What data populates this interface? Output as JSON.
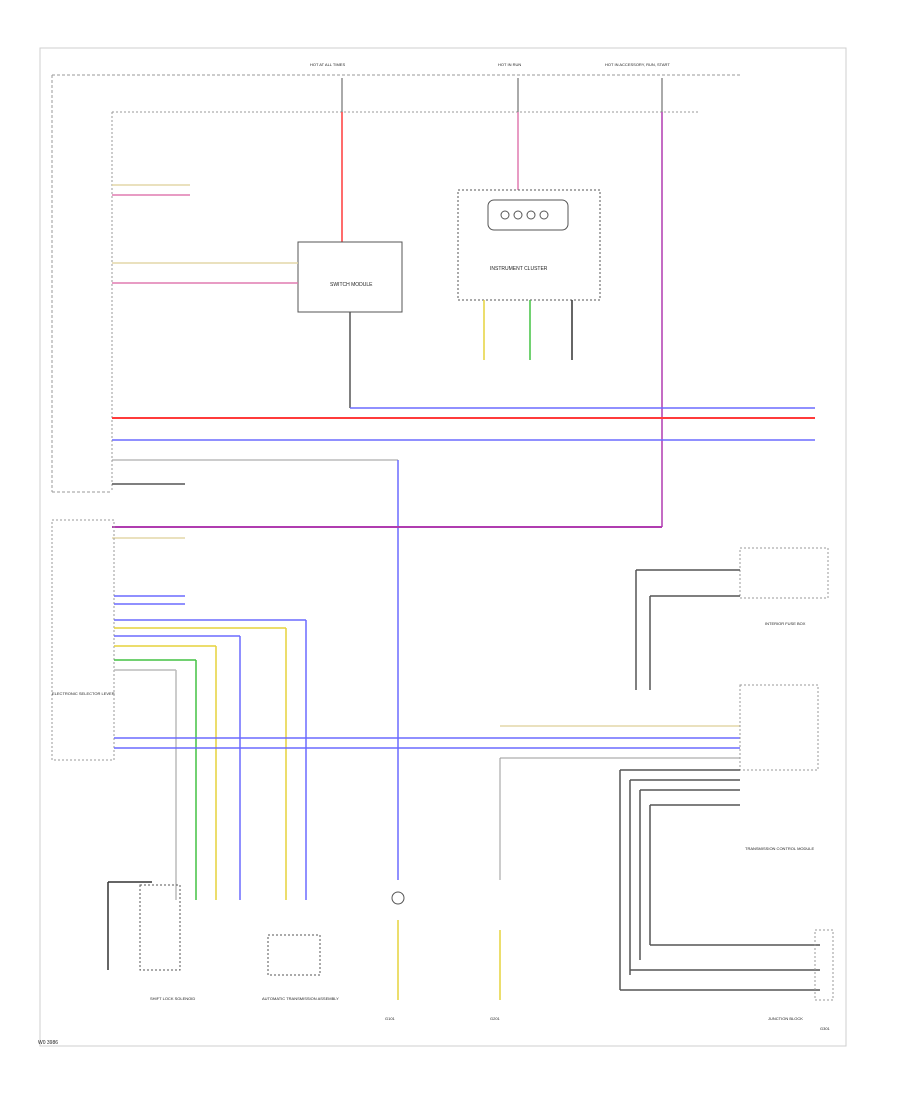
{
  "diagram_code": "W0 3986",
  "colors": {
    "red": "#ff3b3b",
    "blue": "#6b6bff",
    "magenta": "#b03cb0",
    "yellow": "#e6d23c",
    "green": "#43c243",
    "gray": "#777777",
    "dark": "#333333",
    "pink": "#e07bb0",
    "tan": "#e3d7a8"
  },
  "top_labels": {
    "left": "HOT AT ALL TIMES",
    "middle": "HOT IN RUN",
    "right": "HOT IN ACCESSORY, RUN, START"
  },
  "components": {
    "switch_module": "SWITCH MODULE",
    "instrument_cluster": "INSTRUMENT CLUSTER",
    "selector_lever": "ELECTRONIC SELECTOR LEVER",
    "shift_lock_solenoid": "SHIFT LOCK SOLENOID",
    "transmission_assembly": "AUTOMATIC TRANSMISSION ASSEMBLY",
    "tcm_module": "TRANSMISSION CONTROL MODULE",
    "dimmer_relay": "INTERIOR FUSE BOX",
    "junction_block": "JUNCTION BLOCK"
  },
  "grounds": {
    "g1": "G101",
    "g2": "G201",
    "g3": "G301"
  }
}
